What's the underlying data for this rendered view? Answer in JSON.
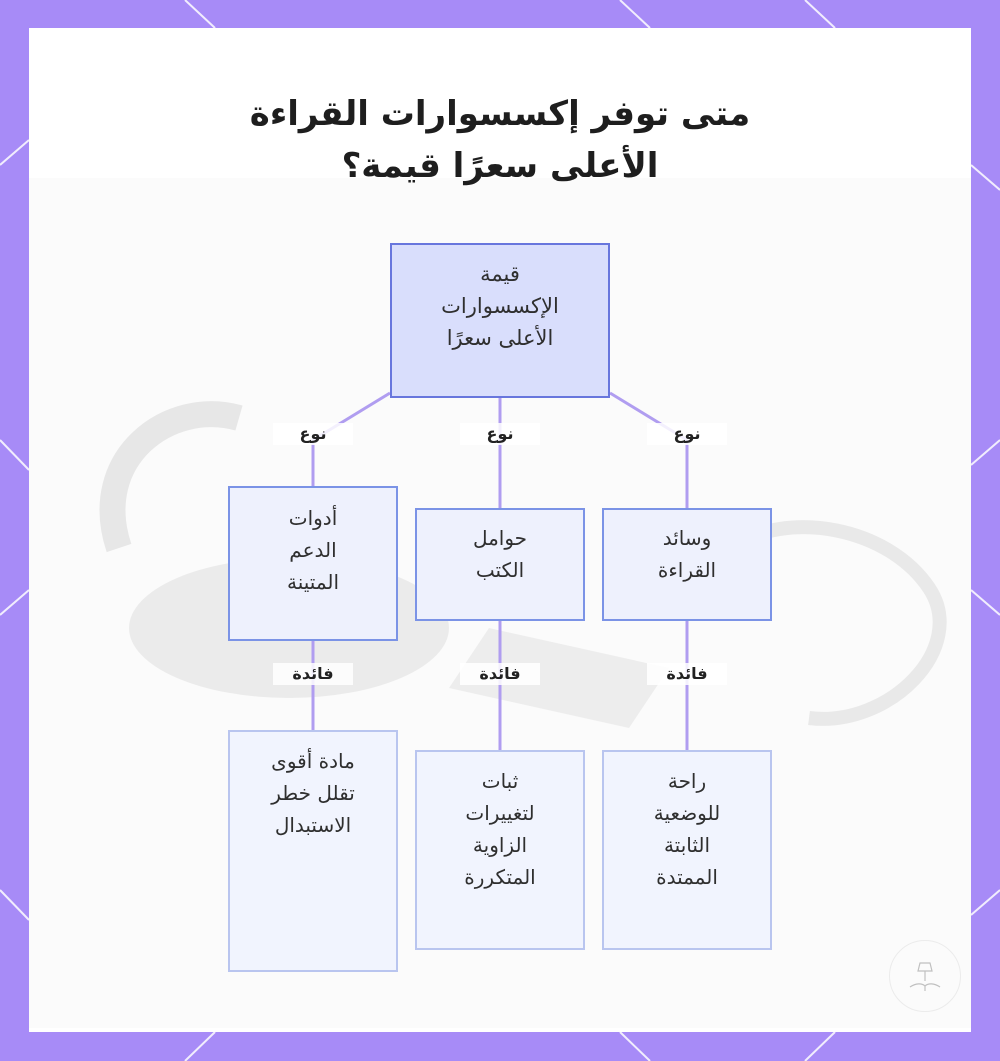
{
  "title_lines": [
    "متى توفر إكسسوارات القراءة",
    "الأعلى سعرًا قيمة؟"
  ],
  "colors": {
    "frame": "#a78bf7",
    "root_fill": "#d9defc",
    "node_fill": "#eef1fd",
    "node_border": "#7b93e6",
    "connector": "#b09df0"
  },
  "root": {
    "lines": [
      "قيمة",
      "الإكسسوارات",
      "الأعلى سعرًا"
    ]
  },
  "branches": [
    {
      "type": {
        "lines": [
          "أدوات",
          "الدعم",
          "المتينة"
        ]
      },
      "type_edge_label": "نوع",
      "benefit_edge_label": "فائدة",
      "benefit": {
        "lines": [
          "مادة أقوى",
          "تقلل خطر",
          "الاستبدال"
        ]
      }
    },
    {
      "type": {
        "lines": [
          "حوامل",
          "الكتب"
        ]
      },
      "type_edge_label": "نوع",
      "benefit_edge_label": "فائدة",
      "benefit": {
        "lines": [
          "ثبات",
          "لتغييرات",
          "الزاوية",
          "المتكررة"
        ]
      }
    },
    {
      "type": {
        "lines": [
          "وسائد",
          "القراءة"
        ]
      },
      "type_edge_label": "نوع",
      "benefit_edge_label": "فائدة",
      "benefit": {
        "lines": [
          "راحة",
          "للوضعية",
          "الثابتة",
          "الممتدة"
        ]
      }
    }
  ],
  "icons": {
    "watermark": "book-lamp-logo-icon",
    "frame_decoration": "diagonal-corner-lines"
  }
}
